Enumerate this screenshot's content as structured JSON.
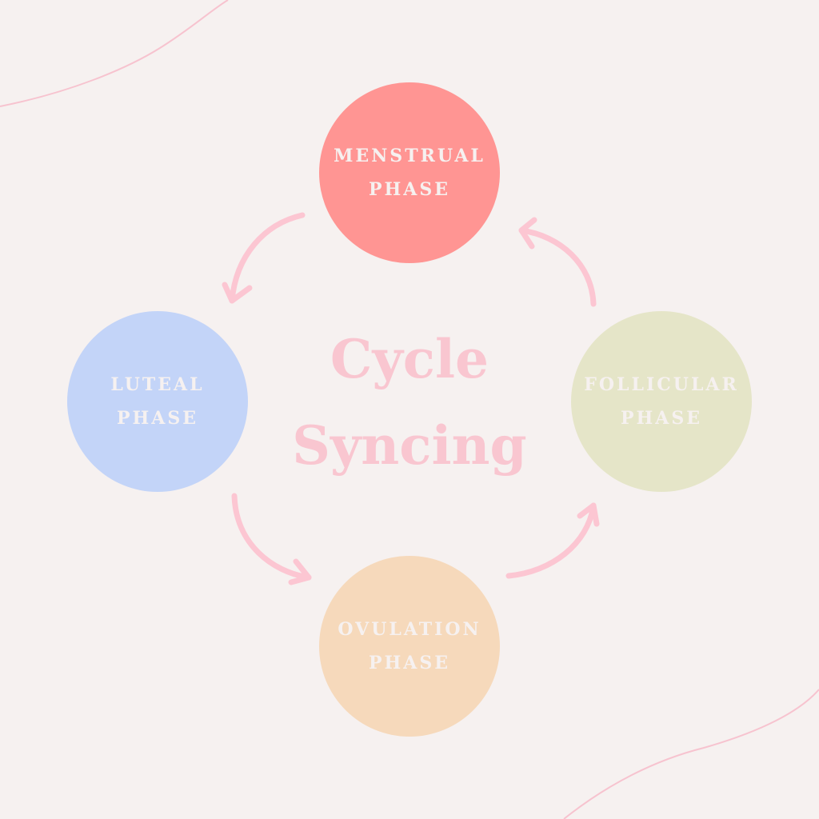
{
  "title": {
    "line1": "Cycle",
    "line2": "Syncing"
  },
  "phases": [
    {
      "line1": "MENSTRUAL",
      "line2": "PHASE",
      "color": "#ff9593"
    },
    {
      "line1": "FOLLICULAR",
      "line2": "PHASE",
      "color": "#e5e5c8"
    },
    {
      "line1": "OVULATION",
      "line2": "PHASE",
      "color": "#f6d9bb"
    },
    {
      "line1": "LUTEAL",
      "line2": "PHASE",
      "color": "#c3d4f8"
    }
  ],
  "colors": {
    "background": "#f6f1f0",
    "accent": "#f9c6d0"
  }
}
